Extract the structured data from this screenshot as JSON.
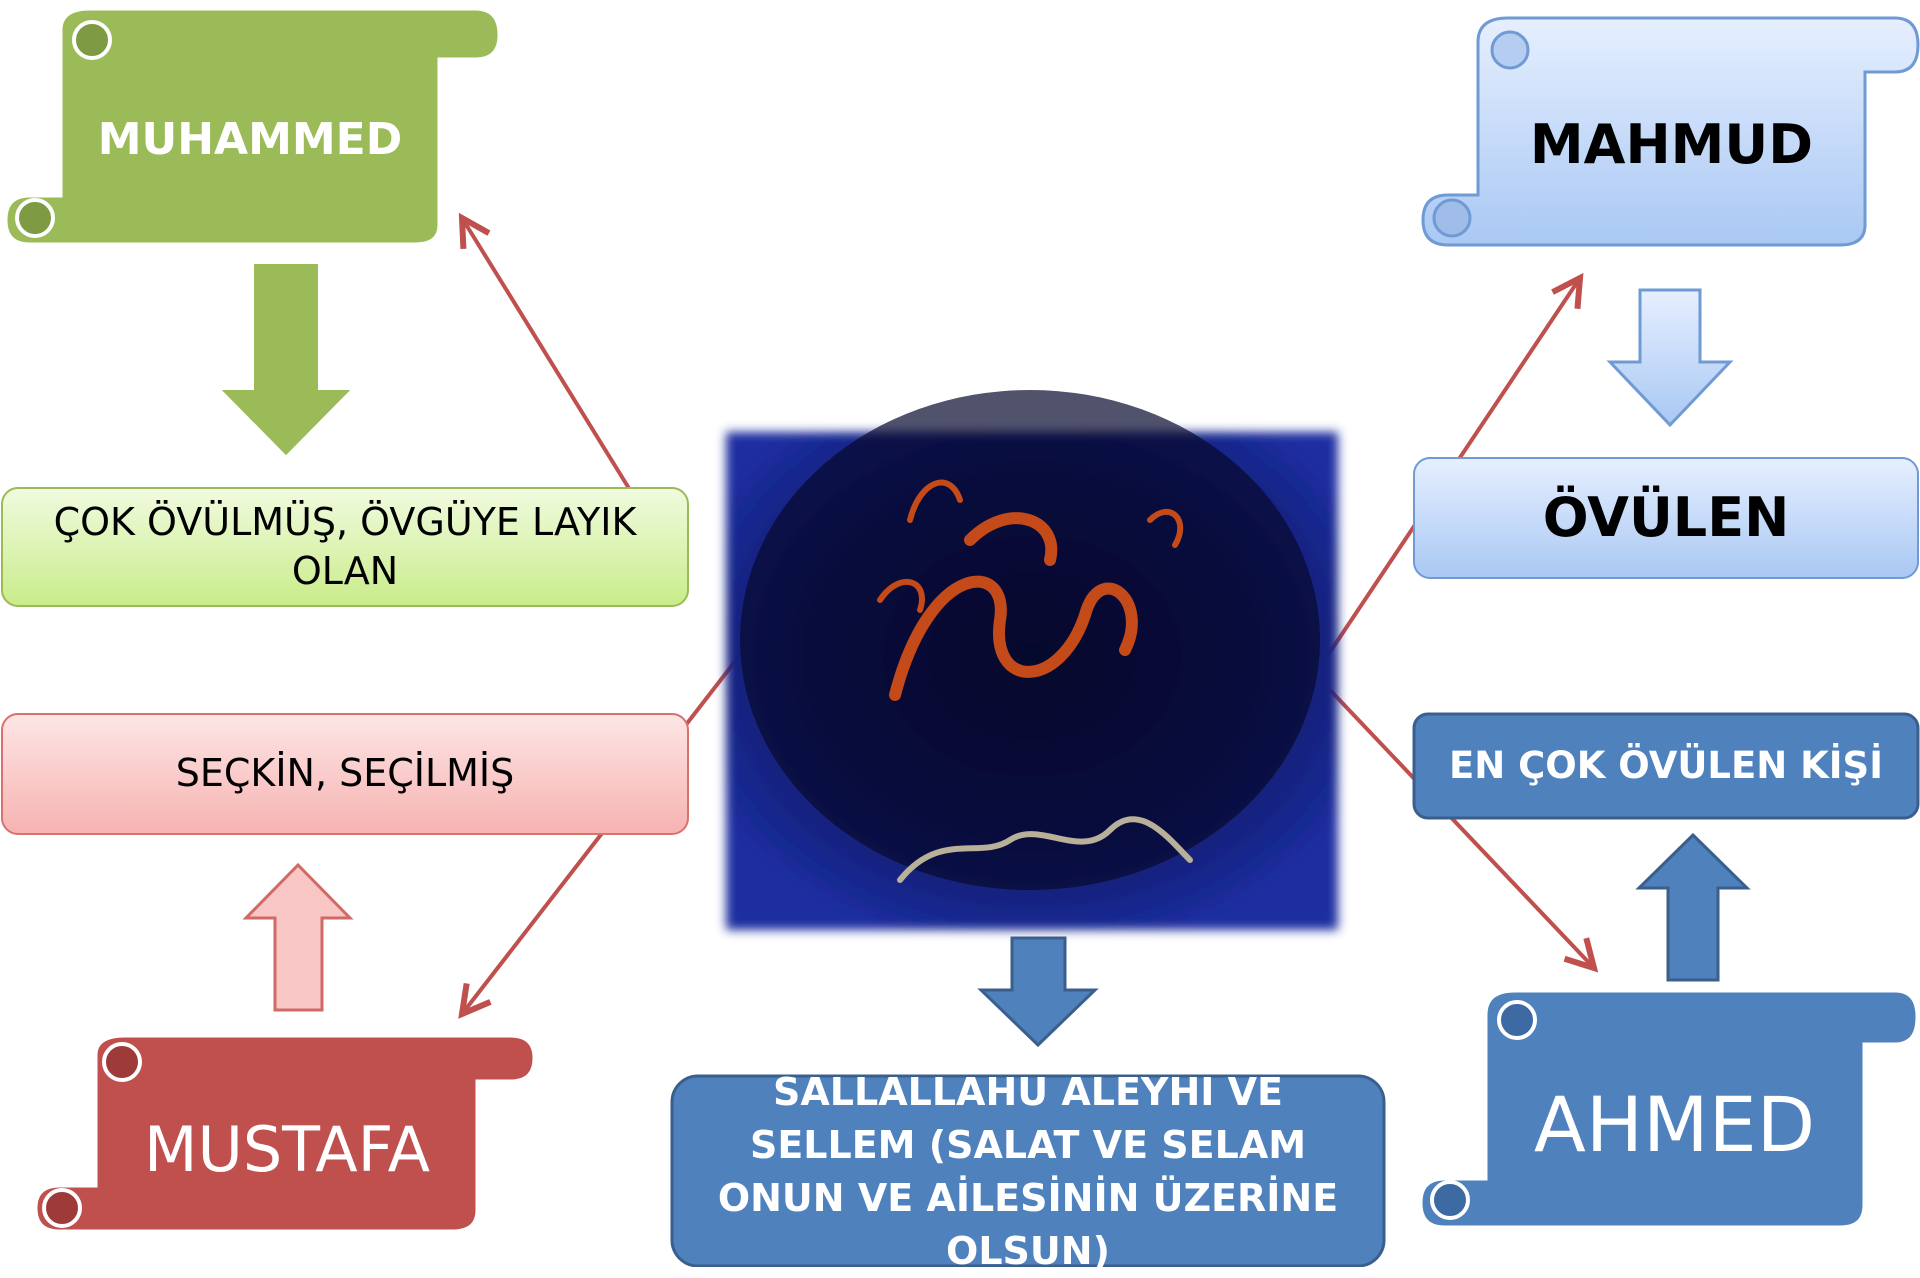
{
  "nodes": {
    "muhammed": "MUHAMMED",
    "muhammed_meaning": "ÇOK ÖVÜLMÜŞ, ÖVGÜYE LAYIK OLAN",
    "mustafa": "MUSTAFA",
    "mustafa_meaning": "SEÇKİN, SEÇİLMİŞ",
    "mahmud": "MAHMUD",
    "mahmud_meaning": "ÖVÜLEN",
    "ahmed": "AHMED",
    "ahmed_meaning": "EN ÇOK ÖVÜLEN KİŞİ",
    "salawat": "SALLALLAHU ALEYHİ VE SELLEM (SALAT VE SELAM ONUN VE AİLESİNİN ÜZERİNE OLSUN)"
  },
  "colors": {
    "green": "#9bbb59",
    "green_light": "#d7f0a6",
    "red": "#c0504d",
    "red_light": "#f8c6c5",
    "blue_light": "#c6d9f1",
    "blue": "#4f81bd",
    "connector": "#c0504d",
    "navy": "#0a1450",
    "calligraphy": "#c44a1a"
  }
}
